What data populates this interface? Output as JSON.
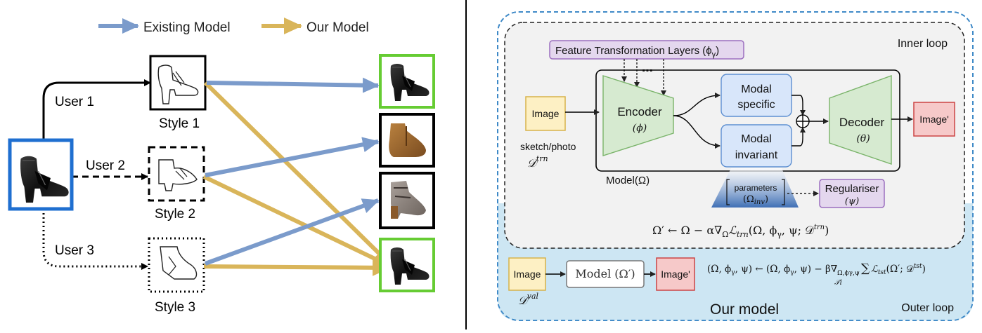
{
  "left": {
    "legend": {
      "existing": "Existing Model",
      "ours": "Our Model"
    },
    "users": [
      "User 1",
      "User 2",
      "User 3"
    ],
    "styles": [
      "Style 1",
      "Style 2",
      "Style 3"
    ]
  },
  "right": {
    "labels": {
      "inner_loop": "Inner loop",
      "outer_loop": "Outer loop",
      "our_model": "Our model",
      "ftl": "Feature Transformation Layers (ϕ",
      "ftl_sub": "γ",
      "ftl_close": ")",
      "image": "Image",
      "image_prime": "Image'",
      "encoder": "Encoder",
      "encoder_param": "(ϕ)",
      "decoder": "Decoder",
      "decoder_param": "(θ)",
      "modal_specific_1": "Modal",
      "modal_specific_2": "specific",
      "modal_invariant_1": "Modal",
      "modal_invariant_2": "invariant",
      "sketch_photo": "sketch/photo",
      "d_trn_base": "𝒟",
      "d_trn_sup": "trn",
      "model_omega": "Model(Ω)",
      "parameters": "parameters",
      "omega_inv": "(Ω",
      "omega_inv_sub": "inv",
      "omega_inv_close": ")",
      "regulariser": "Regulariser",
      "regulariser_param": "(ψ)",
      "model_omega_prime": "Model (Ω′)",
      "d_val_base": "𝒟",
      "d_val_sup": "val"
    },
    "equations": {
      "inner": "Ω′ ← Ω − α∇",
      "inner_sub": "Ω",
      "inner_rest": "ℒ",
      "inner_rest_sub": "trn",
      "inner_args": "(Ω, ϕ",
      "inner_args_sub": "γ",
      "inner_args_rest": ", ψ; 𝒟",
      "inner_args_sup": "trn",
      "inner_close": ")",
      "outer_lhs": "(Ω, ϕ",
      "outer_lhs_sub": "γ",
      "outer_mid": ", ψ) ← (Ω, ϕ",
      "outer_mid_sub": "γ",
      "outer_mid2": ", ψ) − β∇",
      "outer_grad_sub": "Ω,ϕγ,ψ",
      "outer_sum": "∑",
      "outer_sum_sub": "𝒯i",
      "outer_loss": "ℒ",
      "outer_loss_sub": "tst",
      "outer_args": "(Ω′; 𝒟",
      "outer_args_sup": "tst",
      "outer_close": ")"
    }
  },
  "colors": {
    "blue_arrow": "#7b9bcb",
    "gold_arrow": "#d9b55a",
    "green_frame": "#66cc33",
    "blue_frame": "#1f6fd0",
    "outer_bg": "#cde6f3",
    "inner_bg": "#f2f2f2",
    "image_fill": "#fdf0c4",
    "image_prime_fill": "#f6c9c9",
    "encoder_fill": "#d6ead0",
    "modal_fill": "#d8e6fa",
    "ftl_fill": "#e4d7ee"
  }
}
